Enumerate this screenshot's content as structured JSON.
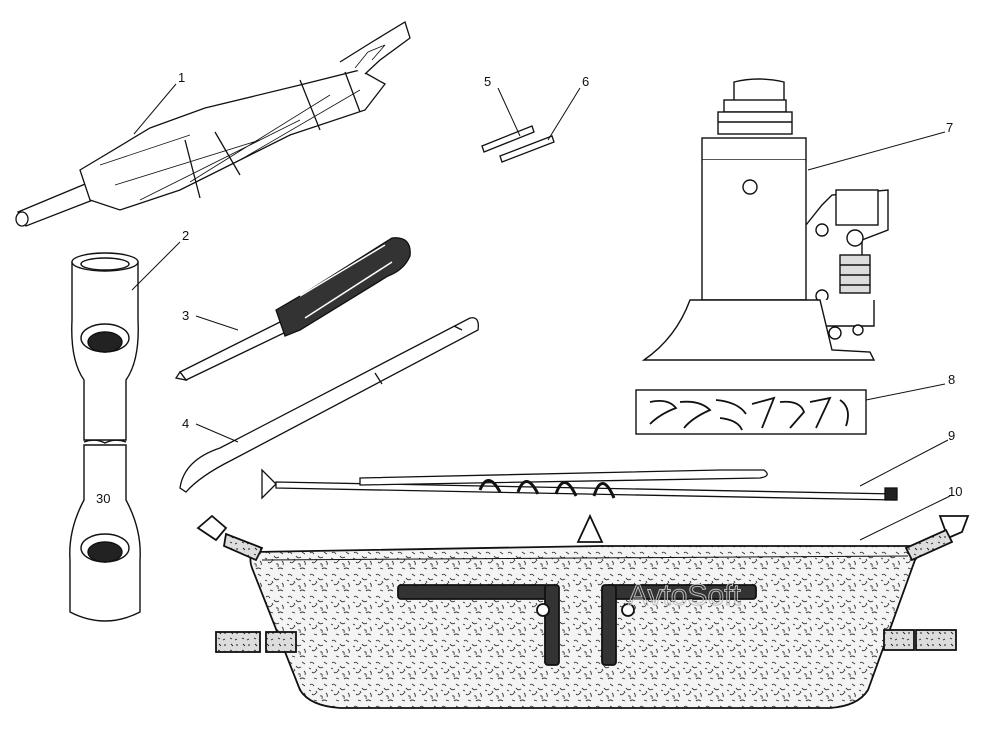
{
  "callouts": [
    {
      "id": "1",
      "label": "1"
    },
    {
      "id": "2",
      "label": "2"
    },
    {
      "id": "3",
      "label": "3"
    },
    {
      "id": "4",
      "label": "4"
    },
    {
      "id": "5",
      "label": "5"
    },
    {
      "id": "6",
      "label": "6"
    },
    {
      "id": "7",
      "label": "7"
    },
    {
      "id": "8",
      "label": "8"
    },
    {
      "id": "9",
      "label": "9"
    },
    {
      "id": "10",
      "label": "10"
    }
  ],
  "wrench_marking": "30",
  "watermark": "AvtoSoft"
}
